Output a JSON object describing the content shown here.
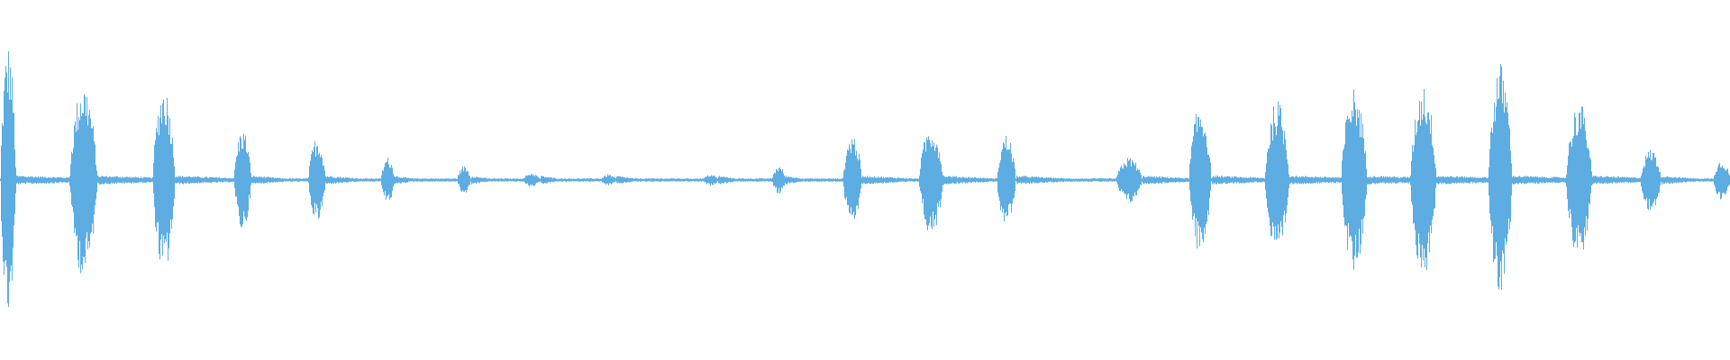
{
  "waveform": {
    "color": "#5dade2",
    "baseline_noise": 0.012,
    "bursts": [
      {
        "start": 0.0,
        "end": 0.009,
        "amplitude": 0.95,
        "tail": 0.05
      },
      {
        "start": 0.04,
        "end": 0.056,
        "amplitude": 0.68,
        "tail": 0.05
      },
      {
        "start": 0.088,
        "end": 0.101,
        "amplitude": 0.66,
        "tail": 0.04
      },
      {
        "start": 0.135,
        "end": 0.145,
        "amplitude": 0.36,
        "tail": 0.02
      },
      {
        "start": 0.178,
        "end": 0.188,
        "amplitude": 0.3,
        "tail": 0.02
      },
      {
        "start": 0.22,
        "end": 0.228,
        "amplitude": 0.16,
        "tail": 0.01
      },
      {
        "start": 0.264,
        "end": 0.272,
        "amplitude": 0.1,
        "tail": 0.01
      },
      {
        "start": 0.302,
        "end": 0.312,
        "amplitude": 0.05,
        "tail": 0.01
      },
      {
        "start": 0.347,
        "end": 0.356,
        "amplitude": 0.04,
        "tail": 0.01
      },
      {
        "start": 0.406,
        "end": 0.415,
        "amplitude": 0.04,
        "tail": 0.01
      },
      {
        "start": 0.446,
        "end": 0.454,
        "amplitude": 0.1,
        "tail": 0.01
      },
      {
        "start": 0.487,
        "end": 0.498,
        "amplitude": 0.32,
        "tail": 0.03
      },
      {
        "start": 0.531,
        "end": 0.545,
        "amplitude": 0.38,
        "tail": 0.03
      },
      {
        "start": 0.576,
        "end": 0.587,
        "amplitude": 0.32,
        "tail": 0.03
      },
      {
        "start": 0.645,
        "end": 0.66,
        "amplitude": 0.16,
        "tail": 0.03
      },
      {
        "start": 0.687,
        "end": 0.7,
        "amplitude": 0.52,
        "tail": 0.04
      },
      {
        "start": 0.731,
        "end": 0.745,
        "amplitude": 0.56,
        "tail": 0.05
      },
      {
        "start": 0.775,
        "end": 0.79,
        "amplitude": 0.65,
        "tail": 0.05
      },
      {
        "start": 0.815,
        "end": 0.83,
        "amplitude": 0.68,
        "tail": 0.05
      },
      {
        "start": 0.86,
        "end": 0.874,
        "amplitude": 0.82,
        "tail": 0.05
      },
      {
        "start": 0.905,
        "end": 0.92,
        "amplitude": 0.55,
        "tail": 0.04
      },
      {
        "start": 0.948,
        "end": 0.96,
        "amplitude": 0.22,
        "tail": 0.02
      },
      {
        "start": 0.99,
        "end": 1.0,
        "amplitude": 0.14,
        "tail": 0.02
      }
    ]
  }
}
